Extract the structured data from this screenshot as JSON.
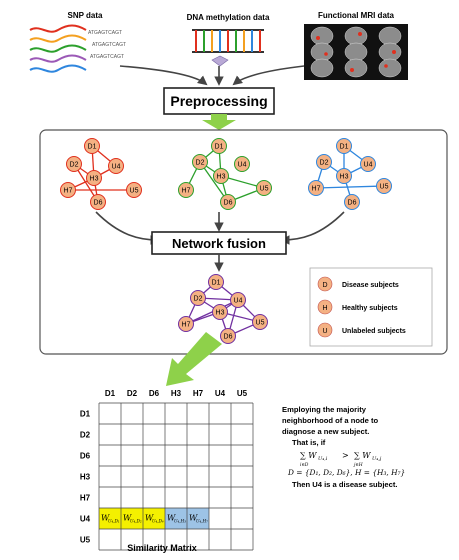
{
  "sources": {
    "snp": {
      "label": "SNP data",
      "sequence": "ATGAGTCAGT"
    },
    "dna": {
      "label": "DNA methylation data"
    },
    "fmri": {
      "label": "Functional MRI data"
    }
  },
  "preprocessing_label": "Preprocessing",
  "network_fusion_label": "Network fusion",
  "node_labels": {
    "d1": "D1",
    "d2": "D2",
    "d6": "D6",
    "h3": "H3",
    "h7": "H7",
    "u4": "U4",
    "u5": "U5"
  },
  "legend": {
    "disease": {
      "symbol": "D",
      "label": "Disease subjects"
    },
    "healthy": {
      "symbol": "H",
      "label": "Healthy subjects"
    },
    "unlabeled": {
      "symbol": "U",
      "label": "Unlabeled subjects"
    }
  },
  "matrix": {
    "title": "Similarity Matrix",
    "columns": [
      "D1",
      "D2",
      "D6",
      "H3",
      "H7",
      "U4",
      "U5"
    ],
    "rows": [
      "D1",
      "D2",
      "D6",
      "H3",
      "H7",
      "U4",
      "U5"
    ],
    "highlight_cells": [
      {
        "row": "U4",
        "col": "D1",
        "label": "W",
        "sub": "U₄,D₁",
        "color": "#f4f000"
      },
      {
        "row": "U4",
        "col": "D2",
        "label": "W",
        "sub": "U₄,D₂",
        "color": "#f4f000"
      },
      {
        "row": "U4",
        "col": "D6",
        "label": "W",
        "sub": "U₄,D₆",
        "color": "#f4f000"
      },
      {
        "row": "U4",
        "col": "H3",
        "label": "W",
        "sub": "U₄,H₃",
        "color": "#9dc3e6"
      },
      {
        "row": "U4",
        "col": "H7",
        "label": "W",
        "sub": "U₄,H₇",
        "color": "#9dc3e6"
      }
    ]
  },
  "explanation": {
    "line1": "Employing the majority",
    "line2": "neighborhood of a node to",
    "line3": "diagnose a new subject.",
    "line4": "That is, if",
    "formula_lhs": "∑ W",
    "formula_lhs_sub": "U₄,i",
    "formula_lhs_under": "i∈D",
    "formula_op": ">",
    "formula_rhs": "∑ W",
    "formula_rhs_sub": "U₄,j",
    "formula_rhs_under": "j∈H",
    "sets": "D = {D₁, D₂, D₆}, H = {H₃, H₇}",
    "conclusion": "Then U4 is a disease subject."
  },
  "colors": {
    "node_fill": "#f4b183",
    "network1_edges": "#e0301e",
    "network2_edges": "#2ca02c",
    "network3_edges": "#2e86de",
    "fused_edges": "#7030a0",
    "arrow_green": "#8ed14a",
    "dark_arrow": "#444444"
  }
}
